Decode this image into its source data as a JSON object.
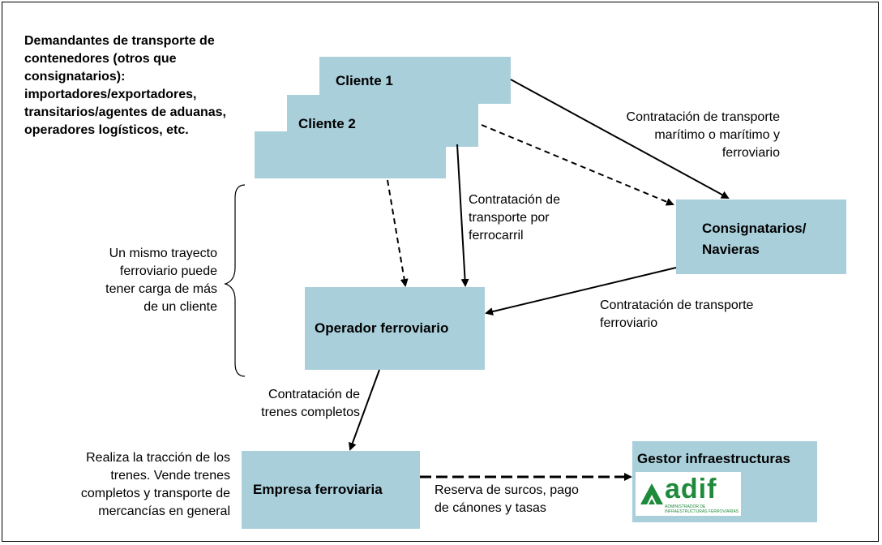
{
  "demandantes_lines": [
    "Demandantes de transporte de",
    "contenedores (otros que",
    "consignatarios):",
    "importadores/exportadores,",
    "transitarios/agentes de aduanas,",
    "operadores logísticos, etc."
  ],
  "nodes": {
    "cliente1": "Cliente 1",
    "cliente2": "Cliente 2",
    "consignatarios_line1": "Consignatarios/",
    "consignatarios_line2": "Navieras",
    "operador": "Operador ferroviario",
    "empresa": "Empresa ferroviaria",
    "gestor": "Gestor infraestructuras"
  },
  "edge_labels": {
    "maritimo": [
      "Contratación de transporte",
      "marítimo o marítimo y",
      "ferroviario"
    ],
    "ferrocarril": [
      "Contratación de",
      "transporte por",
      "ferrocarril"
    ],
    "ferroviario": [
      "Contratación de transporte",
      "ferroviario"
    ],
    "trenes": [
      "Contratación de",
      "trenes completos"
    ],
    "reserva": [
      "Reserva de surcos, pago",
      "de cánones y tasas"
    ]
  },
  "annotations": {
    "trayecto": [
      "Un mismo trayecto",
      "ferroviario puede",
      "tener carga de más",
      "de un cliente"
    ],
    "traccion": [
      "Realiza la tracción de los",
      "trenes. Vende trenes",
      "completos y transporte de",
      "mercancías en general"
    ]
  },
  "logo": {
    "wordmark": "adif",
    "subtitle_line1": "ADMINISTRADOR DE",
    "subtitle_line2": "INFRAESTRUCTURAS FERROVIARIAS",
    "color": "#1f8a3b"
  },
  "colors": {
    "box_fill": "#a9cfdb"
  }
}
